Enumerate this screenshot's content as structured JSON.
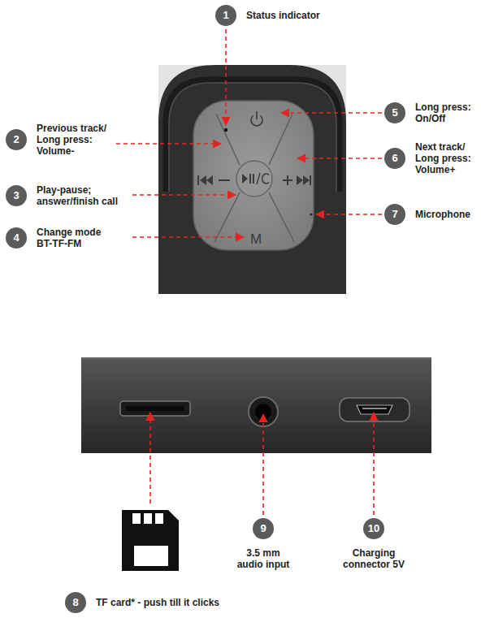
{
  "diagram": {
    "nodes": [
      {
        "text": [
          "1",
          "Status indicator"
        ]
      },
      {
        "text": [
          "2",
          "Previous track/ Long press: Volume-"
        ]
      },
      {
        "text": [
          "3",
          "Play-pause; answer/finish call"
        ]
      },
      {
        "text": [
          "4",
          "Change mode BT-TF-FM"
        ]
      },
      {
        "text": [
          "5",
          "Long press: On/Off"
        ]
      },
      {
        "text": [
          "6",
          "Next track/ Long press: Volume+"
        ]
      },
      {
        "text": [
          "7",
          "Microphone"
        ]
      },
      {
        "text": [
          "8",
          "TF card* - push till it clicks"
        ]
      },
      {
        "text": [
          "9",
          "3.5 mm audio input"
        ]
      },
      {
        "text": [
          "10",
          "Charging connector 5V"
        ]
      }
    ],
    "labels": [
      "M"
    ]
  }
}
